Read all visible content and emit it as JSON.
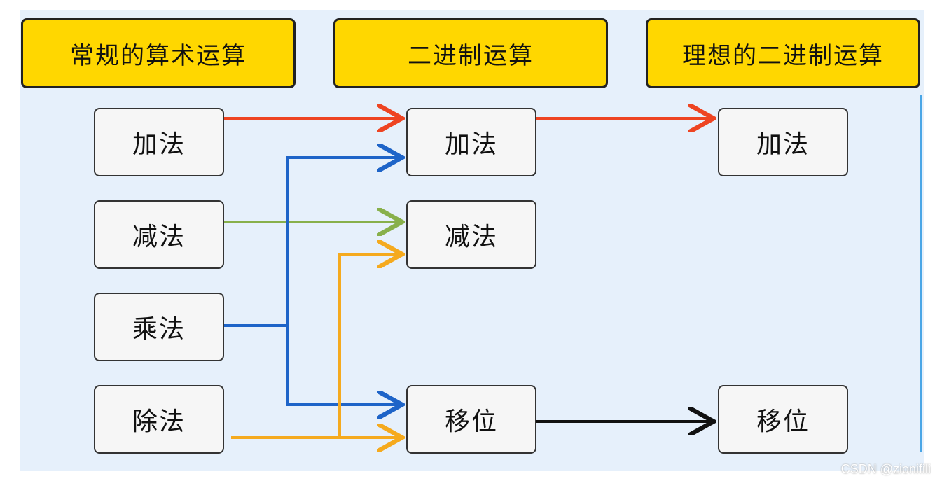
{
  "headers": {
    "conventional": "常规的算术运算",
    "binary": "二进制运算",
    "ideal": "理想的二进制运算"
  },
  "nodes": {
    "left_add": "加法",
    "left_sub": "减法",
    "left_mul": "乘法",
    "left_div": "除法",
    "mid_add": "加法",
    "mid_sub": "减法",
    "mid_shift": "移位",
    "right_add": "加法",
    "right_shift": "移位"
  },
  "colors": {
    "header_fill": "#ffd700",
    "panel_bg": "#e6f0fb",
    "add_arrow": "#ee4422",
    "sub_arrow": "#88b04b",
    "mul_arrow": "#1e64c8",
    "div_arrow": "#f5aa1e",
    "shift_arrow": "#111111"
  },
  "watermark": "CSDN @zionifili"
}
